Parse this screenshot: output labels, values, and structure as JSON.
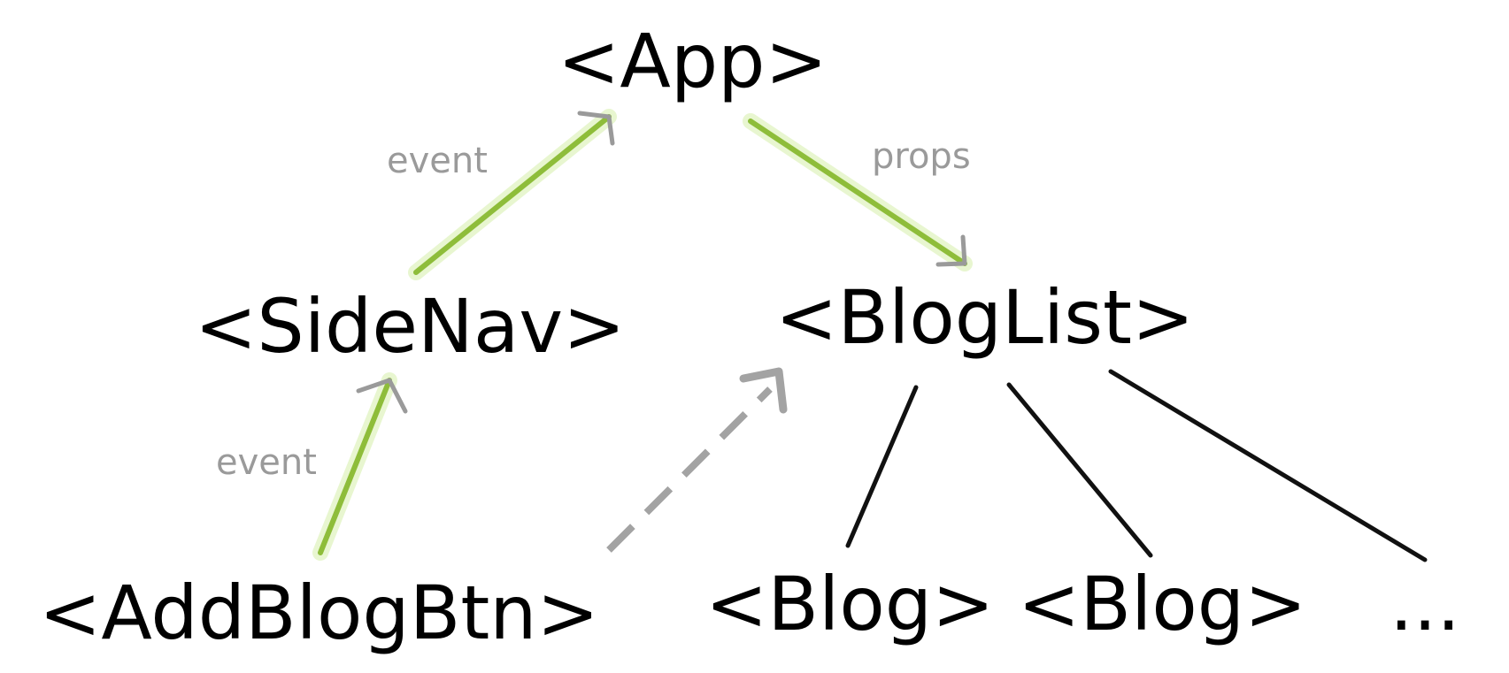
{
  "nodes": {
    "app": "<App>",
    "sidenav": "<SideNav>",
    "bloglist": "<BlogList>",
    "addblogbtn": "<AddBlogBtn>",
    "blog_1": "<Blog>",
    "blog_2": "<Blog>",
    "ellipsis": "..."
  },
  "edge_labels": {
    "sidenav_to_app": "event",
    "app_to_bloglist": "props",
    "addblogbtn_to_sidenav": "event"
  },
  "colors": {
    "event_props_edge": "#8ebd3a",
    "tree_edge": "#111111",
    "dashed_edge": "#a3a3a3",
    "edge_label": "#9a9a9a"
  }
}
